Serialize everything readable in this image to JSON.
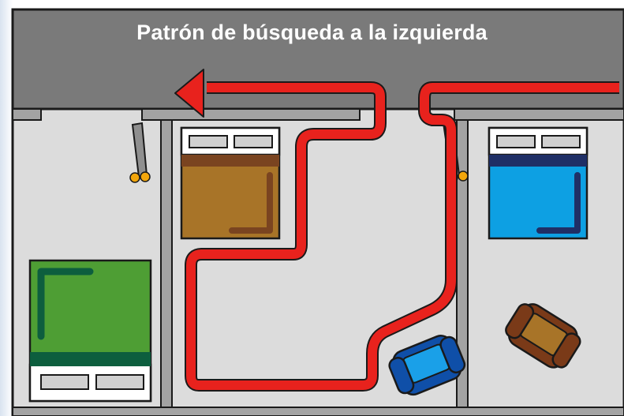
{
  "title": "Patrón de búsqueda a la izquierda",
  "colors": {
    "hallway": "#7a7a7a",
    "room_floor": "#dcdcdc",
    "wall": "#a3a3a3",
    "outline": "#1a1a1a",
    "search_path": "#e8221d",
    "door_hinge": "#f2a60c",
    "bed_green": "#4e9e34",
    "bed_green_dark": "#0d5e3e",
    "bed_brown": "#a87428",
    "bed_brown_dark": "#7a4420",
    "bed_blue": "#0da0e3",
    "bed_blue_dark": "#1f2f66",
    "chair_blue": "#1aa0e8",
    "chair_blue_dark": "#0f4fa8",
    "chair_brown": "#a87428",
    "chair_brown_dark": "#7a3a18"
  },
  "icons": {
    "search_path": "arrow-path-icon",
    "doors": "door-icon",
    "beds": "bed-icon",
    "chairs": "armchair-icon"
  },
  "rooms": [
    {
      "id": "room-left",
      "furniture": [
        "door",
        "bed-green"
      ]
    },
    {
      "id": "room-middle",
      "furniture": [
        "bed-brown",
        "armchair-blue"
      ]
    },
    {
      "id": "room-right",
      "furniture": [
        "door",
        "bed-blue",
        "armchair-brown"
      ]
    }
  ]
}
